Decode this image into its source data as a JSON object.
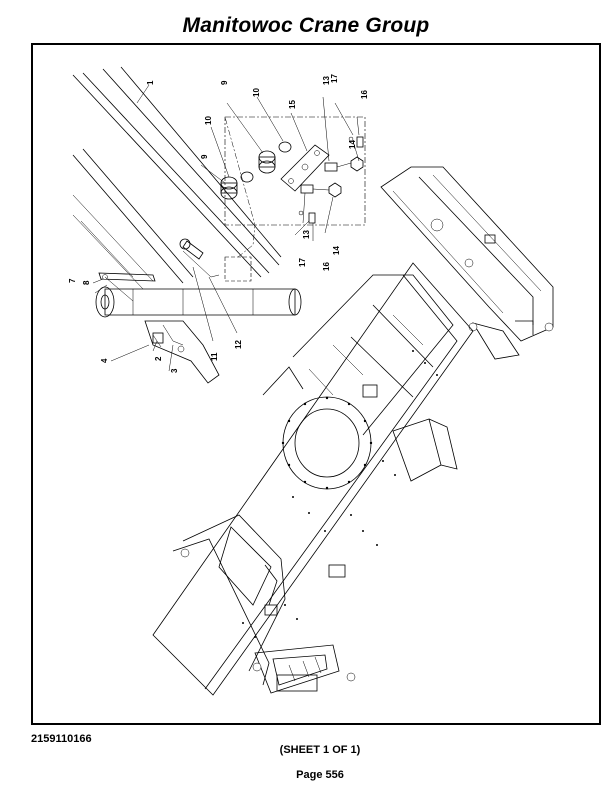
{
  "header": {
    "title": "Manitowoc Crane Group"
  },
  "drawing": {
    "callouts": {
      "c1": "1",
      "c2": "2",
      "c3": "3",
      "c4": "4",
      "c7": "7",
      "c8": "8",
      "c9a": "9",
      "c9b": "9",
      "c10a": "10",
      "c10b": "10",
      "c11": "11",
      "c12": "12",
      "c13a": "13",
      "c13b": "13",
      "c14a": "14",
      "c14b": "14",
      "c15": "15",
      "c16a": "16",
      "c16b": "16",
      "c17a": "17",
      "c17b": "17"
    }
  },
  "footer": {
    "doc_number": "2159110166",
    "sheet": "(SHEET 1 OF 1)",
    "page": "Page 556"
  }
}
